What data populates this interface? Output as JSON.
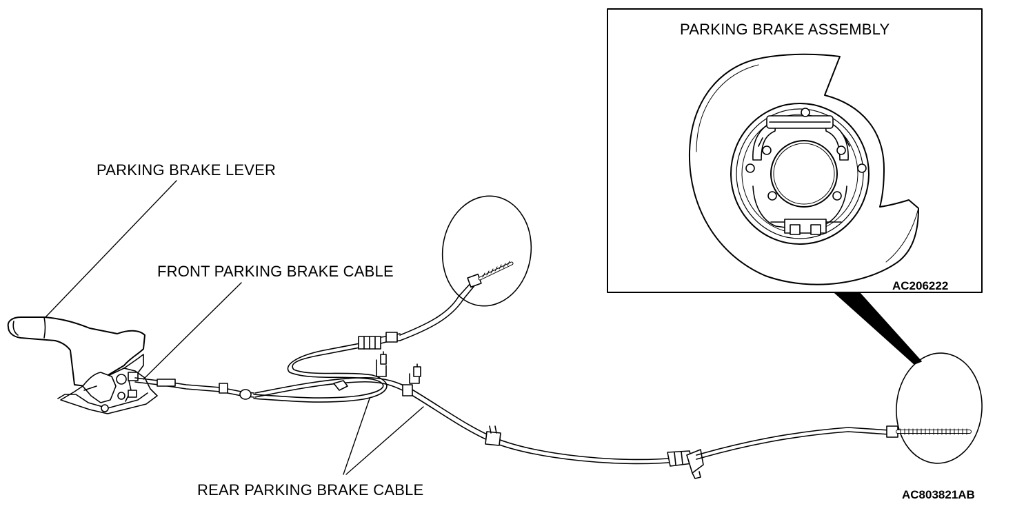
{
  "labels": {
    "parking_brake_lever": "PARKING BRAKE LEVER",
    "front_cable": "FRONT PARKING BRAKE CABLE",
    "rear_cable": "REAR PARKING BRAKE CABLE",
    "assembly_title": "PARKING BRAKE ASSEMBLY"
  },
  "codes": {
    "inset": "AC206222",
    "figure": "AC803821AB"
  },
  "colors": {
    "line": "#000000",
    "background": "#ffffff",
    "fill": "#ffffff"
  }
}
